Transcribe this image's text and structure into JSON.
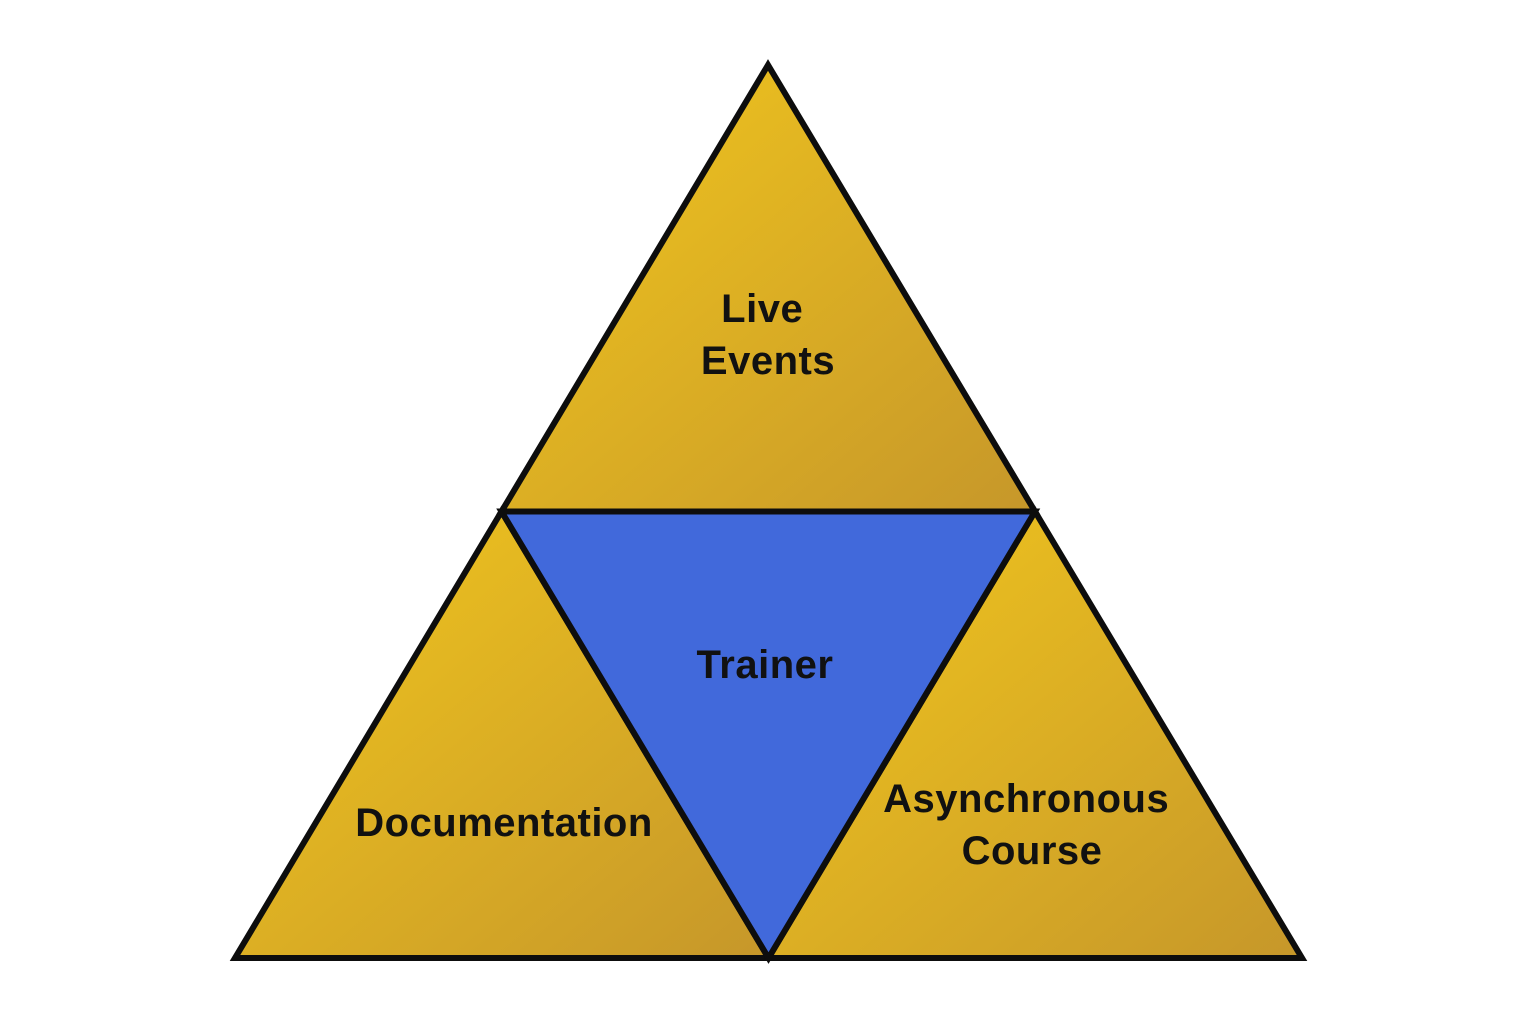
{
  "diagram": {
    "type": "pyramid-triforce",
    "colors": {
      "background": "#ffffff",
      "outline": "#0d0d0d",
      "gold_light": "#f2c71d",
      "gold_dark": "#c6972a",
      "blue": "#4169db",
      "text": "#111111"
    },
    "labels": {
      "top_line1": "Live",
      "top_line2": "Events",
      "center": "Trainer",
      "left": "Documentation",
      "right_line1": "Asynchronous",
      "right_line2": "Course"
    },
    "sections": [
      {
        "id": "top",
        "label": "Live Events",
        "fill": "gold"
      },
      {
        "id": "center",
        "label": "Trainer",
        "fill": "blue"
      },
      {
        "id": "left",
        "label": "Documentation",
        "fill": "gold"
      },
      {
        "id": "right",
        "label": "Asynchronous Course",
        "fill": "gold"
      }
    ]
  }
}
